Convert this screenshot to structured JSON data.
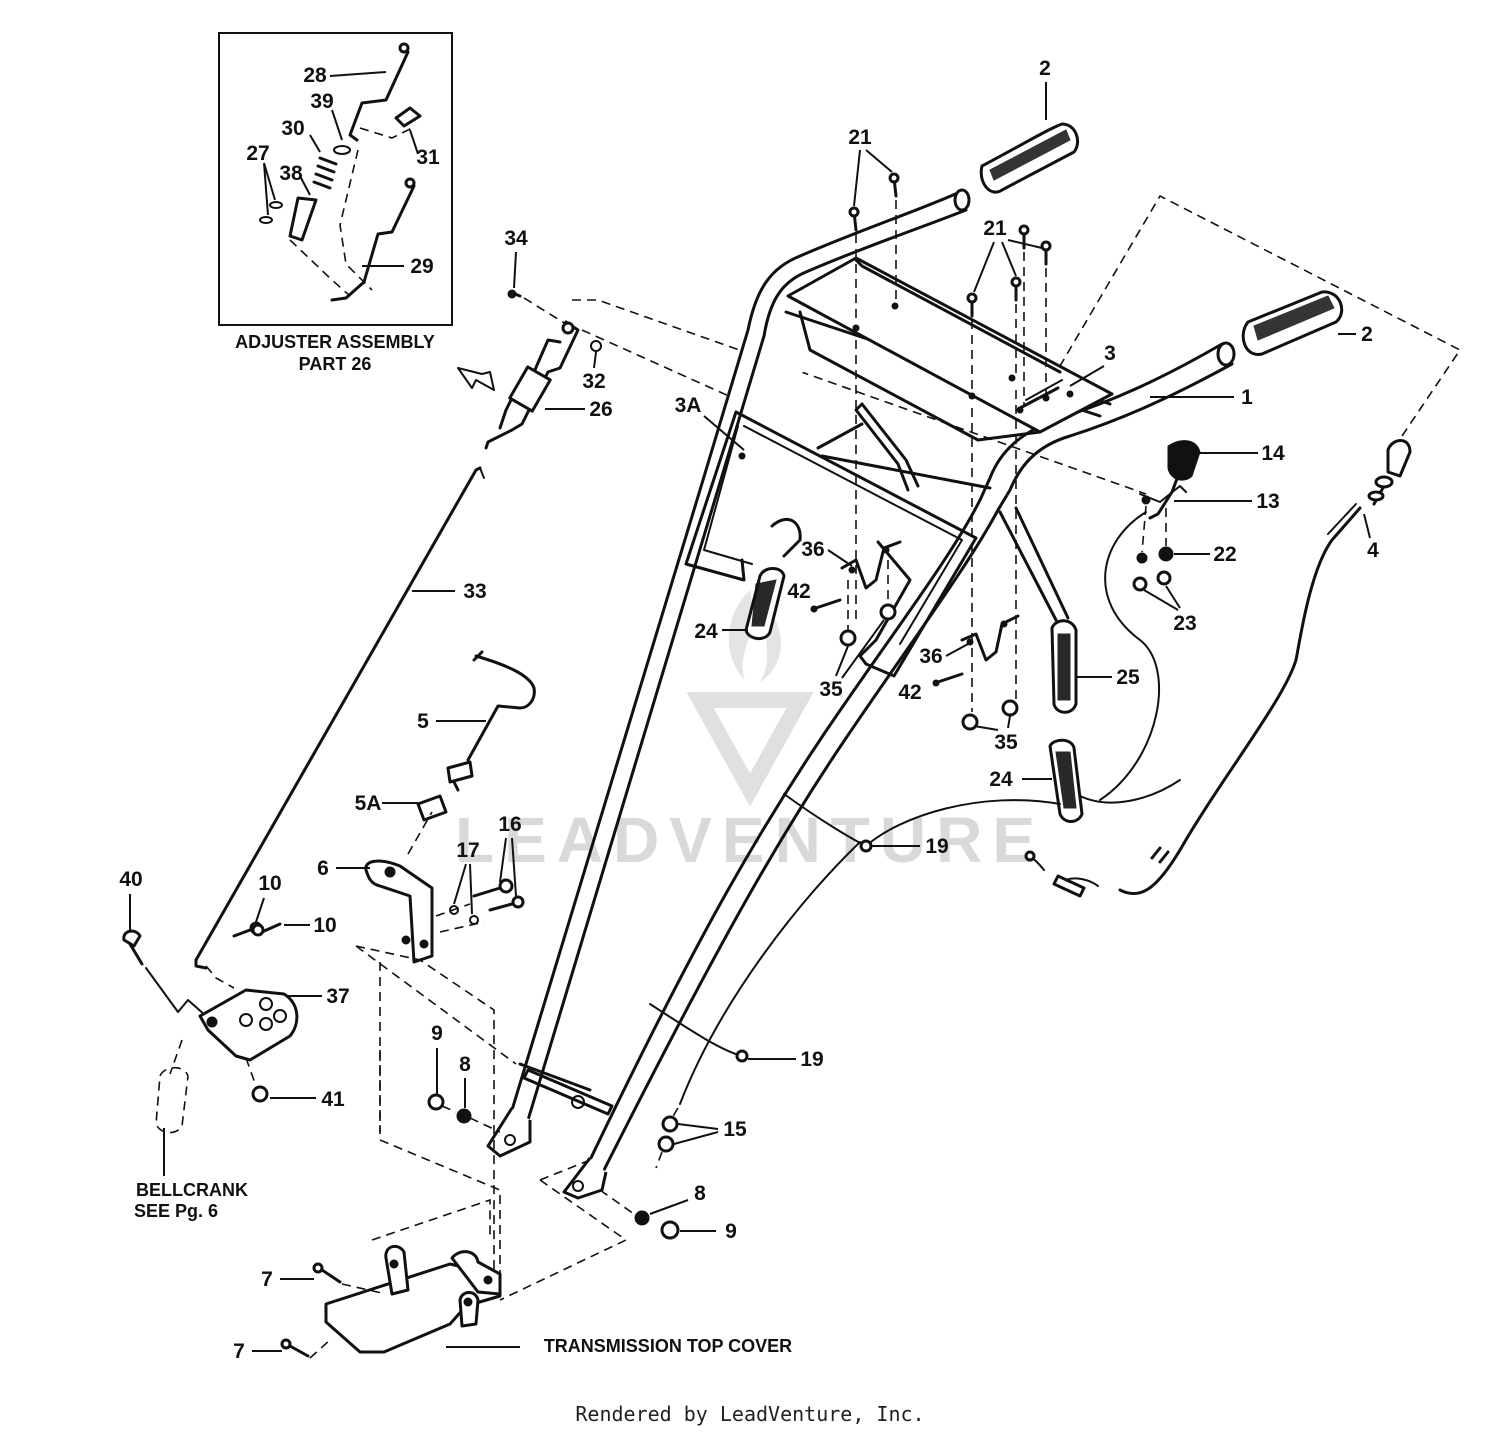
{
  "diagram": {
    "inset_title_line1": "ADJUSTER ASSEMBLY",
    "inset_title_line2": "PART 26",
    "bellcrank_line1": "BELLCRANK",
    "bellcrank_line2": "SEE Pg. 6",
    "transmission_label": "TRANSMISSION TOP COVER",
    "watermark": "LEADVENTURE",
    "callouts": {
      "c1": "1",
      "c2a": "2",
      "c2b": "2",
      "c3": "3",
      "c3A": "3A",
      "c4": "4",
      "c5": "5",
      "c5A": "5A",
      "c6": "6",
      "c7a": "7",
      "c7b": "7",
      "c8a": "8",
      "c8b": "8",
      "c9a": "9",
      "c9b": "9",
      "c10a": "10",
      "c10b": "10",
      "c13": "13",
      "c14": "14",
      "c15": "15",
      "c16": "16",
      "c17": "17",
      "c19a": "19",
      "c19b": "19",
      "c21a": "21",
      "c21b": "21",
      "c22": "22",
      "c23": "23",
      "c24a": "24",
      "c24b": "24",
      "c25": "25",
      "c26": "26",
      "c27": "27",
      "c28": "28",
      "c29": "29",
      "c30": "30",
      "c31": "31",
      "c32": "32",
      "c33": "33",
      "c34": "34",
      "c35a": "35",
      "c35b": "35",
      "c36a": "36",
      "c36b": "36",
      "c37": "37",
      "c38": "38",
      "c39": "39",
      "c40": "40",
      "c41": "41",
      "c42a": "42",
      "c42b": "42"
    }
  },
  "footer": {
    "text": "Rendered by LeadVenture, Inc."
  }
}
